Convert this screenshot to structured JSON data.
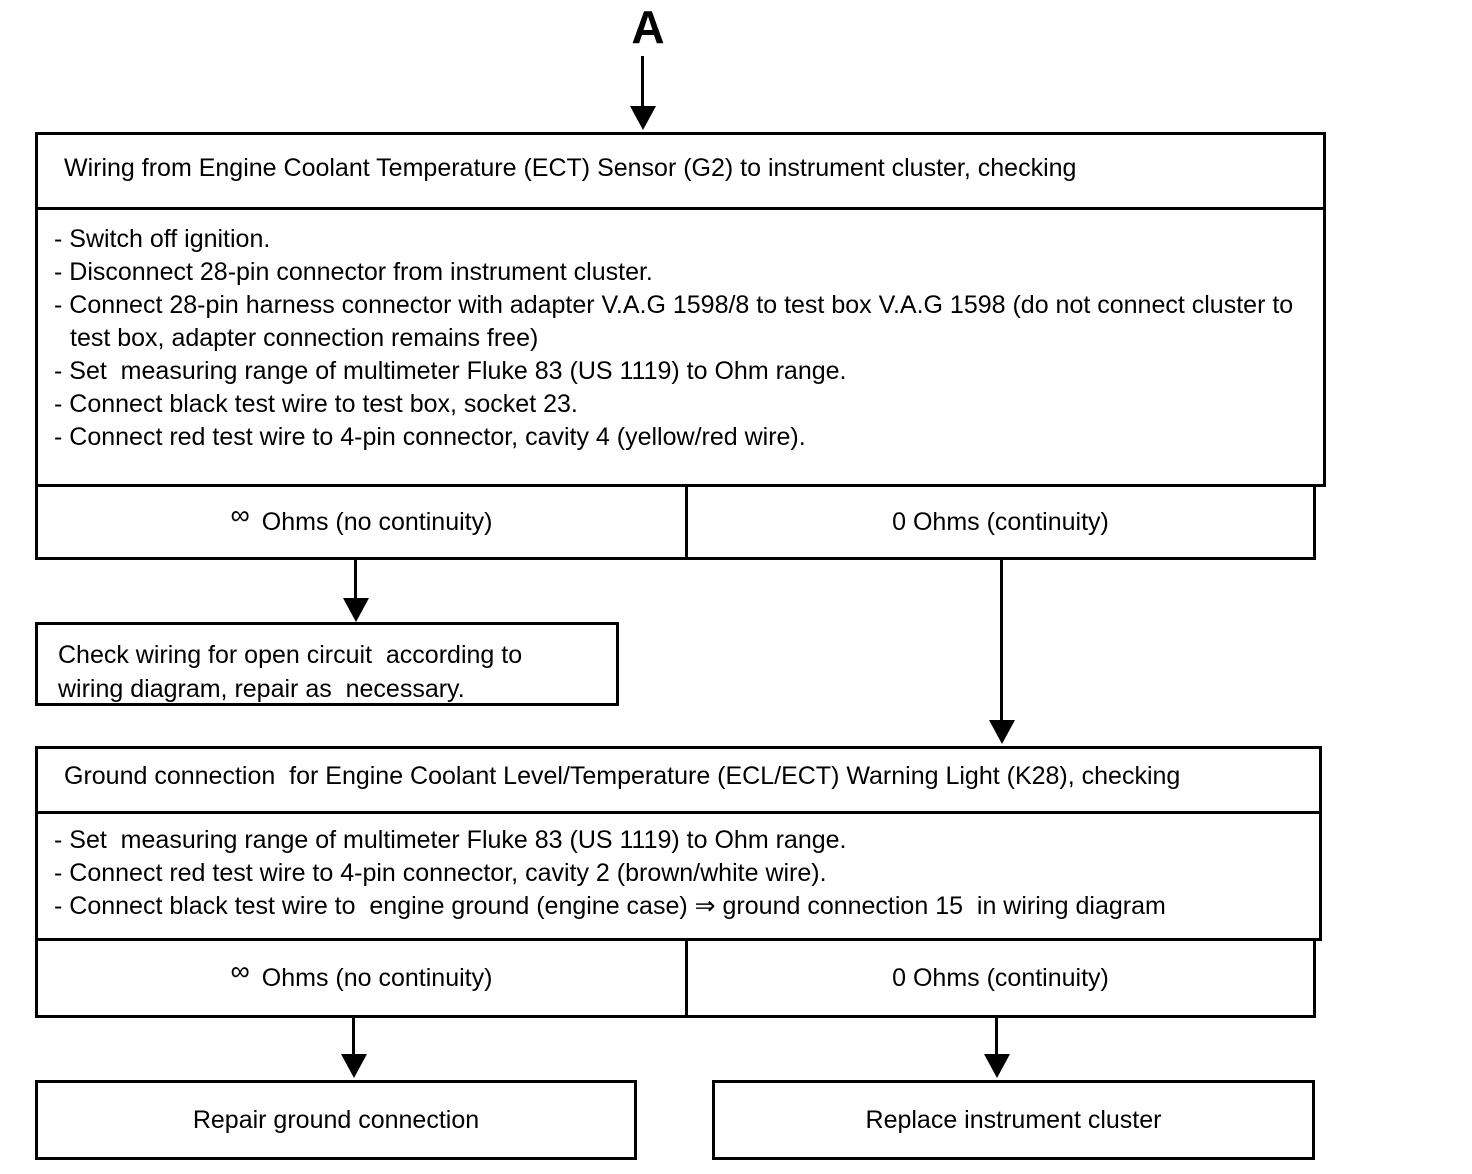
{
  "page": {
    "background": "#ffffff",
    "ink": "#000000"
  },
  "connector": {
    "label": "A"
  },
  "step1": {
    "title": "Wiring from Engine Coolant Temperature (ECT) Sensor (G2) to instrument cluster, checking",
    "instructions": [
      "- Switch off ignition.",
      "- Disconnect 28-pin connector from instrument cluster.",
      "- Connect 28-pin harness connector with adapter V.A.G 1598/8 to test box V.A.G 1598 (do not connect cluster to test box, adapter connection remains free)",
      "- Set  measuring range of multimeter Fluke 83 (US 1119) to Ohm range.",
      "- Connect black test wire to test box, socket 23.",
      "- Connect red test wire to 4-pin connector, cavity 4 (yellow/red wire)."
    ],
    "outcome_left": {
      "symbol": "∞",
      "label": "Ohms (no continuity)"
    },
    "outcome_right": "0 Ohms (continuity)"
  },
  "action_open_circuit": "Check wiring for open circuit  according to wiring diagram, repair as  necessary.",
  "step2": {
    "title": "Ground connection  for Engine Coolant Level/Temperature (ECL/ECT) Warning Light (K28), checking",
    "instructions": [
      "- Set  measuring range of multimeter Fluke 83 (US 1119) to Ohm range.",
      "- Connect red test wire to 4-pin connector, cavity 2 (brown/white wire).",
      "- Connect black test wire to  engine ground (engine case) ⇒ ground connection 15  in wiring diagram"
    ],
    "outcome_left": {
      "symbol": "∞",
      "label": "Ohms (no continuity)"
    },
    "outcome_right": "0 Ohms (continuity)"
  },
  "action_repair_ground": "Repair ground connection",
  "action_replace_cluster": "Replace instrument cluster"
}
